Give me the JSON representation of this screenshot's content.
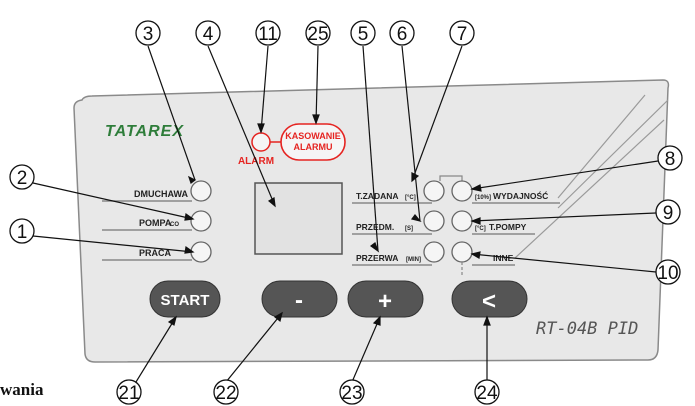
{
  "panel": {
    "brand": "TATAREX",
    "model": "RT-04B PID",
    "alarm_label": "ALARM",
    "reset_alarm_line1": "KASOWANIE",
    "reset_alarm_line2": "ALARMU"
  },
  "left_labels": {
    "dmuchawa": "DMUCHAWA",
    "pompa": "POMPA",
    "pompa_sub": "CO",
    "praca": "PRACA"
  },
  "param_labels": {
    "t_zadana": "T.ZADANA",
    "t_zadana_unit": "[°C]",
    "przedm": "PRZEDM.",
    "przedm_unit": "[S]",
    "przerwa": "PRZERWA",
    "przerwa_unit": "[MIN]",
    "wydajnosc_unit": "[10%]",
    "wydajnosc": "WYDAJNOŚĆ",
    "t_pompy_unit": "[°C]",
    "t_pompy": "T.POMPY",
    "inne": "INNE"
  },
  "buttons": {
    "start": "START",
    "minus": "-",
    "plus": "+",
    "back": "<"
  },
  "callouts": {
    "c1": "1",
    "c2": "2",
    "c3": "3",
    "c4": "4",
    "c5": "5",
    "c6": "6",
    "c7": "7",
    "c8": "8",
    "c9": "9",
    "c10": "10",
    "c11": "11",
    "c25": "25",
    "c21": "21",
    "c22": "22",
    "c23": "23",
    "c24": "24"
  },
  "caption": "wania",
  "colors": {
    "panel_fill": "#e8e8e8",
    "panel_stroke": "#8a8a8a",
    "button_fill": "#555555",
    "alarm_red": "#e52421",
    "brand_green": "#2e7d3a"
  }
}
